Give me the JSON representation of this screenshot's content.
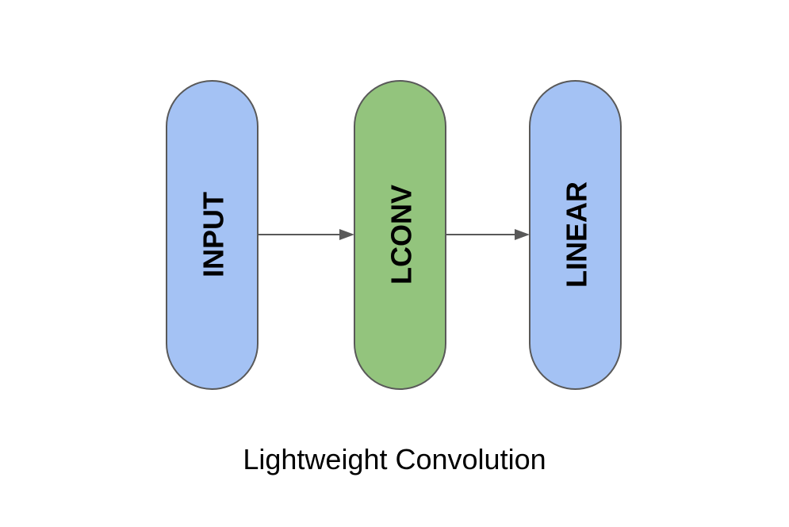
{
  "diagram": {
    "nodes": [
      {
        "id": "input",
        "label": "INPUT",
        "color": "#a4c2f4"
      },
      {
        "id": "lconv",
        "label": "LCONV",
        "color": "#93c47d"
      },
      {
        "id": "linear",
        "label": "LINEAR",
        "color": "#a4c2f4"
      }
    ],
    "edges": [
      {
        "from": "input",
        "to": "lconv"
      },
      {
        "from": "lconv",
        "to": "linear"
      }
    ],
    "stroke_color": "#595959",
    "arrow_color": "#595959"
  },
  "caption": "Lightweight Convolution"
}
